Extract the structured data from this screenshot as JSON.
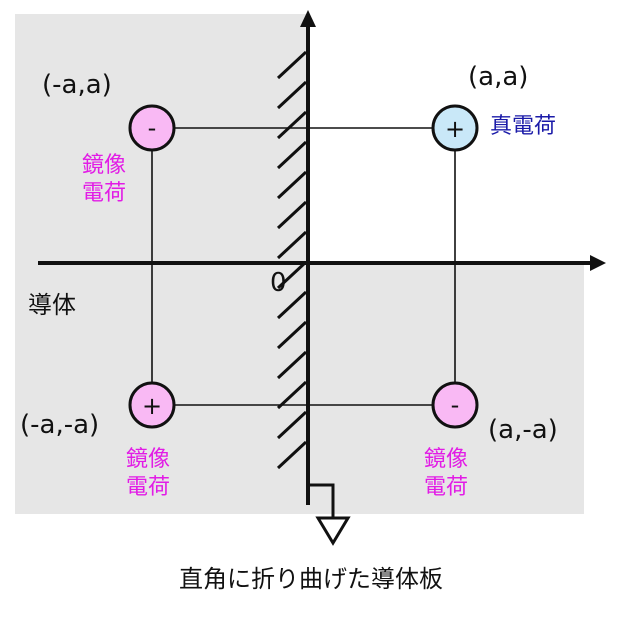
{
  "colors": {
    "conductor_fill": "#e6e6e6",
    "image_charge_fill": "#f9b9f4",
    "real_charge_fill": "#c9e8f8",
    "image_text": "#e21ce6",
    "real_text": "#1a1aa8"
  },
  "labels": {
    "top_left_coord": "(-a,a)",
    "top_right_coord": "(a,a)",
    "bottom_left_coord": "(-a,-a)",
    "bottom_right_coord": "(a,-a)",
    "origin": "0",
    "conductor": "導体",
    "real_charge_line1": "真電荷",
    "image_charge_line1": "鏡像",
    "image_charge_line2": "電荷",
    "caption": "直角に折り曲げた導体板"
  },
  "charges": [
    {
      "name": "top-left",
      "sign": "-",
      "kind": "image"
    },
    {
      "name": "top-right",
      "sign": "+",
      "kind": "real"
    },
    {
      "name": "bottom-left",
      "sign": "+",
      "kind": "image"
    },
    {
      "name": "bottom-right",
      "sign": "-",
      "kind": "image"
    }
  ]
}
